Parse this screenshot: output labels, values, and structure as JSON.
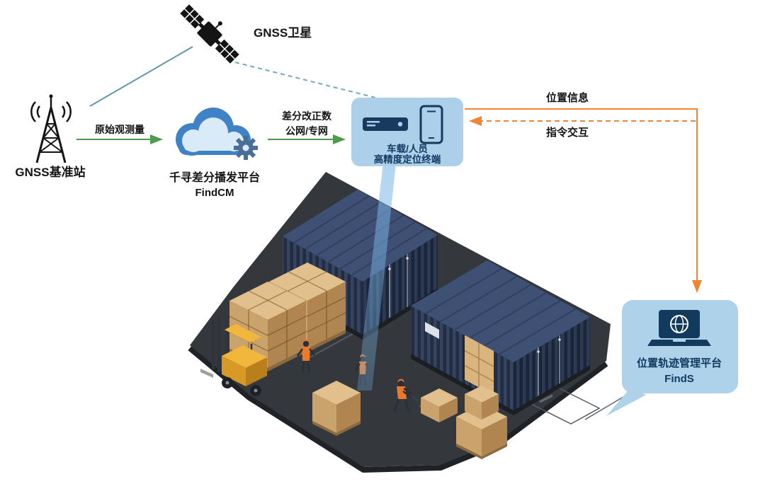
{
  "nodes": {
    "satellite": {
      "label": "GNSS卫星",
      "icon": "satellite-icon"
    },
    "base_station": {
      "label": "GNSS基准站",
      "icon": "radio-tower-icon"
    },
    "cloud_platform": {
      "name": "千寻差分播发平台",
      "product": "FindCM",
      "icons": [
        "cloud-icon",
        "gear-icon"
      ]
    },
    "terminal": {
      "line1": "车载/人员",
      "line2": "高精度定位终端",
      "icons": [
        "receiver-icon",
        "smartphone-icon"
      ]
    },
    "finds_platform": {
      "name": "位置轨迹管理平台",
      "product": "FindS",
      "icons": [
        "laptop-icon",
        "globe-icon"
      ]
    }
  },
  "flows": {
    "satellite_to_station": {
      "style": "solid",
      "color": "#5e97ad"
    },
    "satellite_to_terminal": {
      "style": "dashed",
      "color": "#74a8bd"
    },
    "raw_observation": {
      "label": "原始观测量",
      "color": "#4e9a4e"
    },
    "correction": {
      "label1": "差分改正数",
      "label2": "公网/专网",
      "color": "#4e9a4e"
    },
    "position_info": {
      "label": "位置信息",
      "color": "#ee8434"
    },
    "command": {
      "label": "指令交互",
      "color": "#ee8434"
    }
  },
  "scene": {
    "elements": [
      "shipping-container",
      "shipping-container-open-door",
      "pallet-stack",
      "pallet-stack",
      "crate",
      "crate-stack",
      "forklift",
      "worker",
      "worker",
      "worker-with-pallet-jack"
    ],
    "colors": {
      "ground": "#34383d",
      "container_side": "#2c3a57",
      "container_end": "#222f4a",
      "container_top": "#3e5074",
      "crate_tan": "#e2c08e",
      "forklift_yellow": "#f0b73c",
      "vest_orange": "#e87a2b"
    }
  },
  "colors": {
    "background": "#ffffff",
    "panel_blue": "#accfea",
    "navy_text": "#123a61",
    "label_black": "#141414",
    "beam_blue": "#7db8e8"
  }
}
